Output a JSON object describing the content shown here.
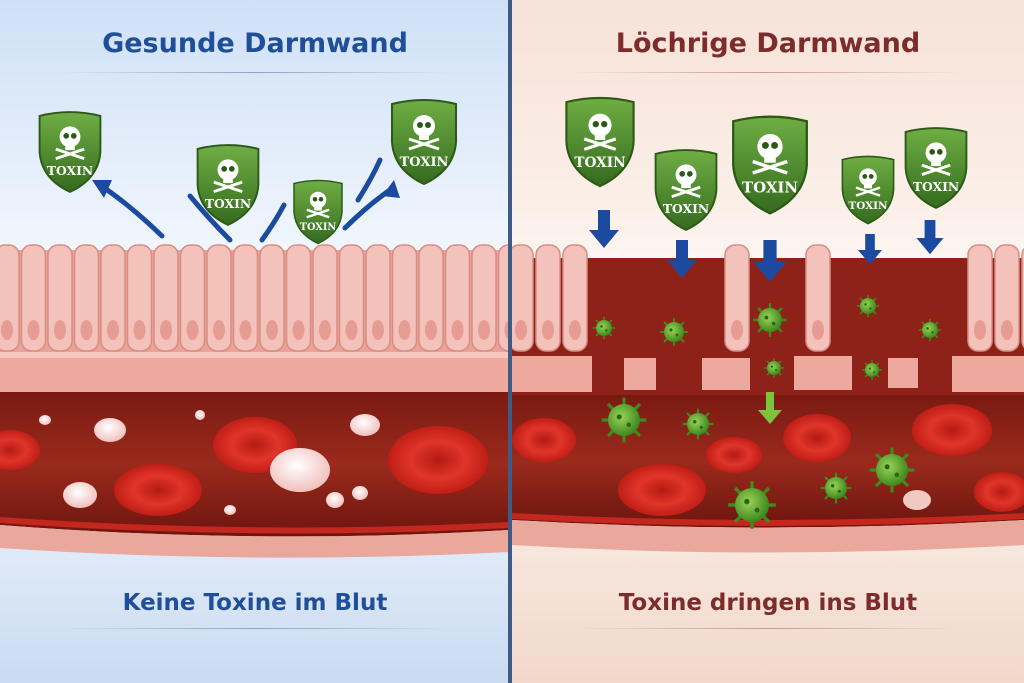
{
  "left": {
    "title": "Gesunde Darmwand",
    "caption": "Keine Toxine im Blut"
  },
  "right": {
    "title": "Löchrige Darmwand",
    "caption": "Toxine dringen ins Blut"
  },
  "toxin_label": "TOXIN",
  "colors": {
    "healthy_text": "#1f4f9a",
    "leaky_text": "#7d2b2b",
    "divider": "#3f5a85",
    "toxin_shield": "#4e8a2f",
    "blood": "#8a1c14",
    "arrow_blue": "#1c4aa0",
    "bacteria": "#5aa82a"
  },
  "icons": [
    "skull-crossbones-icon",
    "shield-icon",
    "arrow-icon",
    "bacteria-icon",
    "red-blood-cell-icon"
  ]
}
